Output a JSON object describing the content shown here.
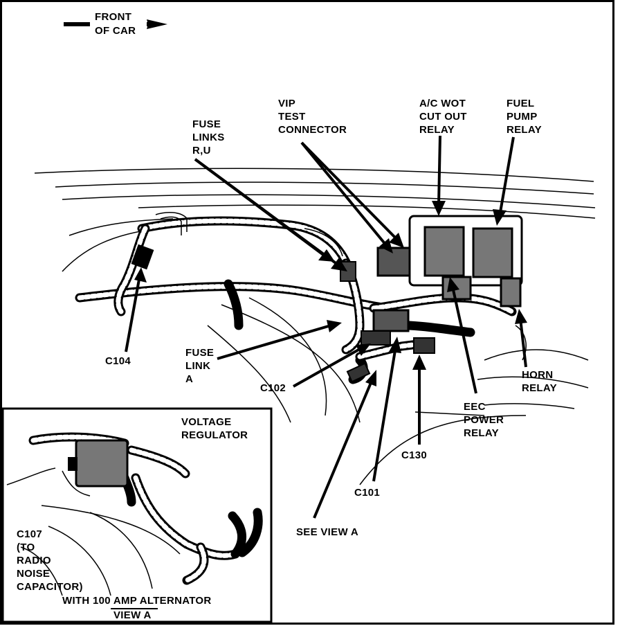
{
  "front_of_car": [
    "FRONT",
    "OF CAR"
  ],
  "labels": {
    "fuse_links_ru": [
      "FUSE",
      "LINKS",
      "R,U"
    ],
    "vip_test_connector": [
      "VIP",
      "TEST",
      "CONNECTOR"
    ],
    "ac_wot_relay": [
      "A/C WOT",
      "CUT OUT",
      "RELAY"
    ],
    "fuel_pump_relay": [
      "FUEL",
      "PUMP",
      "RELAY"
    ],
    "c104": "C104",
    "fuse_link_a": [
      "FUSE",
      "LINK",
      "A"
    ],
    "c102": "C102",
    "horn_relay": [
      "HORN",
      "RELAY"
    ],
    "eec_power_relay": [
      "EEC",
      "POWER",
      "RELAY"
    ],
    "c130": "C130",
    "c101": "C101",
    "see_view_a": "SEE VIEW A",
    "voltage_regulator": [
      "VOLTAGE",
      "REGULATOR"
    ],
    "c107": [
      "C107",
      "(TO",
      "RADIO",
      "NOISE",
      "CAPACITOR)"
    ],
    "with_100_amp": "WITH 100 AMP ALTERNATOR",
    "view_a": "VIEW A"
  }
}
